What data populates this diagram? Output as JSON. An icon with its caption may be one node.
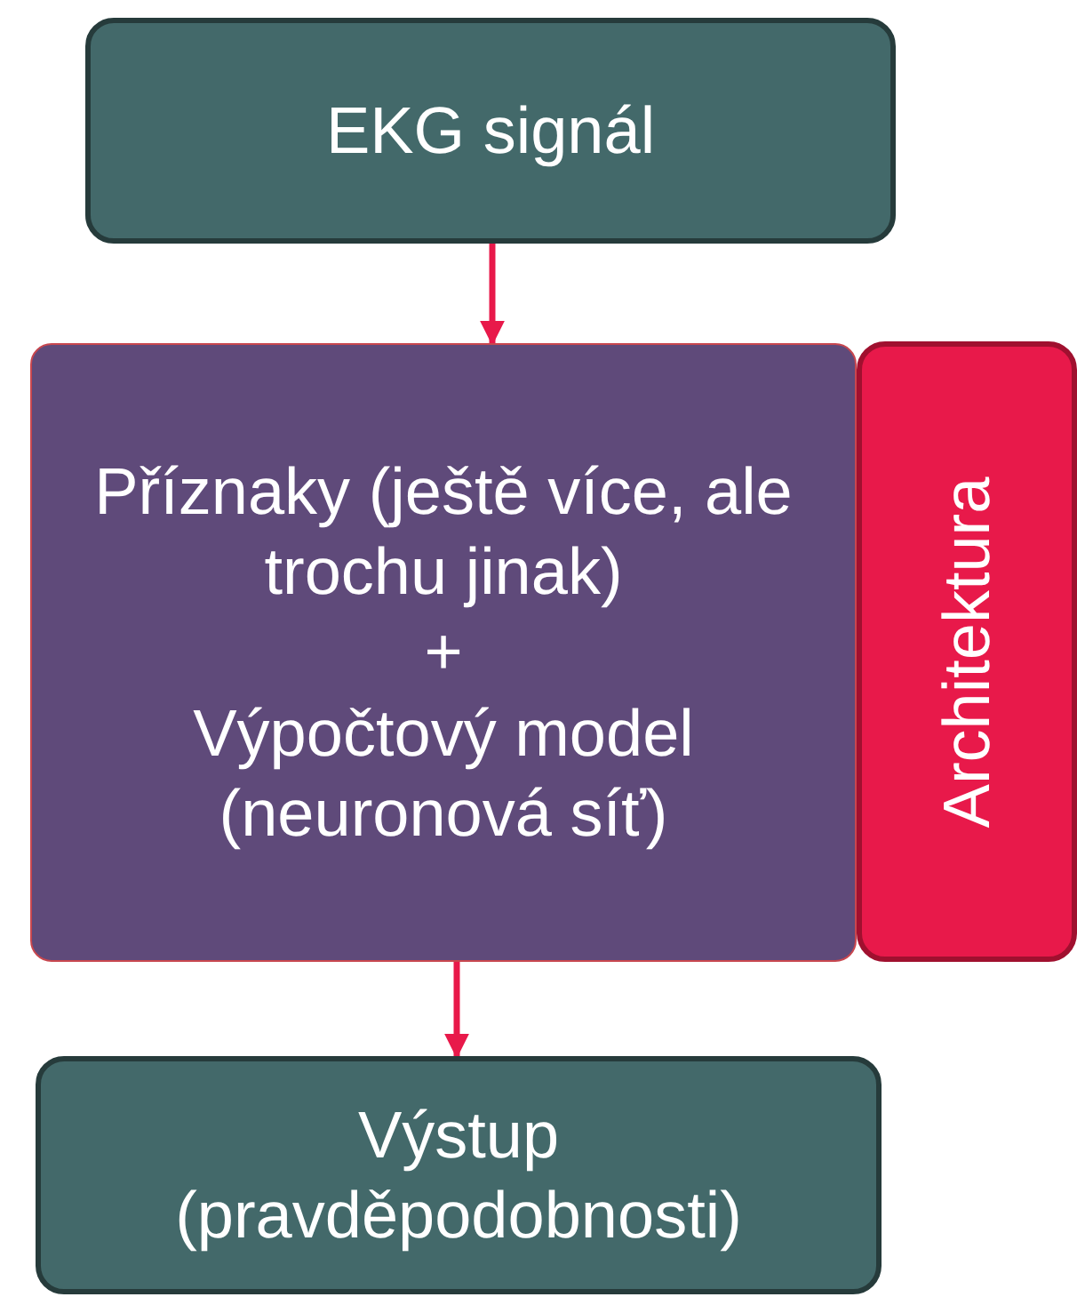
{
  "diagram": {
    "nodes": [
      {
        "text": [
          "EKG signál"
        ]
      },
      {
        "text": [
          "Příznaky (ještě více, ale trochu jinak)",
          "+",
          "Výpočtový model (neuronová síť)"
        ]
      },
      {
        "text": [
          "Architektura"
        ]
      },
      {
        "text": [
          "Výstup (pravděpodobnosti)"
        ]
      }
    ],
    "edges": [
      {
        "from": 0,
        "to": 1,
        "arrow": "to"
      },
      {
        "from": 1,
        "to": 3,
        "arrow": "to"
      }
    ]
  }
}
